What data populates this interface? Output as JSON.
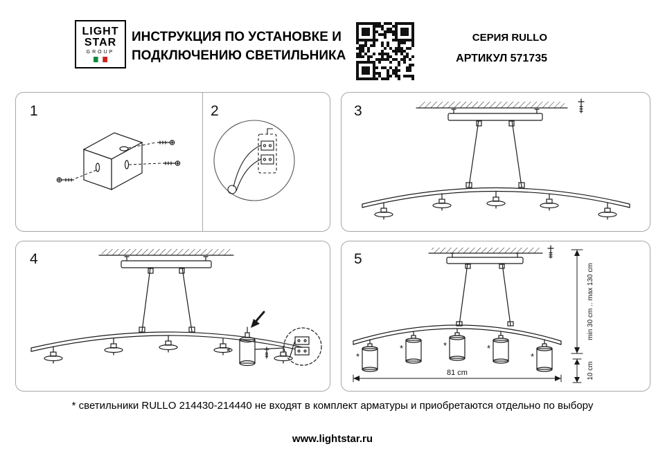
{
  "header": {
    "logo": {
      "line1": "LIGHT",
      "line2": "STAR",
      "line3": "GROUP"
    },
    "title_line1": "ИНСТРУКЦИЯ ПО УСТАНОВКЕ И",
    "title_line2": "ПОДКЛЮЧЕНИЮ СВЕТИЛЬНИКА",
    "series": "СЕРИЯ RULLO",
    "article": "АРТИКУЛ 571735"
  },
  "steps": {
    "one": "1",
    "two": "2",
    "three": "3",
    "four": "4",
    "five": "5"
  },
  "dims": {
    "width": "81 cm",
    "height_range": "min 30 cm .. max 130 cm",
    "lamp_height": "10 cm",
    "asterisk": "*"
  },
  "footnote": "* светильники RULLO 214430-214440 не входят в комплект арматуры и приобретаются отдельно по выбору",
  "footer": {
    "website": "www.lightstar.ru"
  },
  "colors": {
    "line": "#1a1a1a",
    "panel_border": "#a6a6a6",
    "flag_green": "#0b8a3c",
    "flag_red": "#cc2222"
  }
}
